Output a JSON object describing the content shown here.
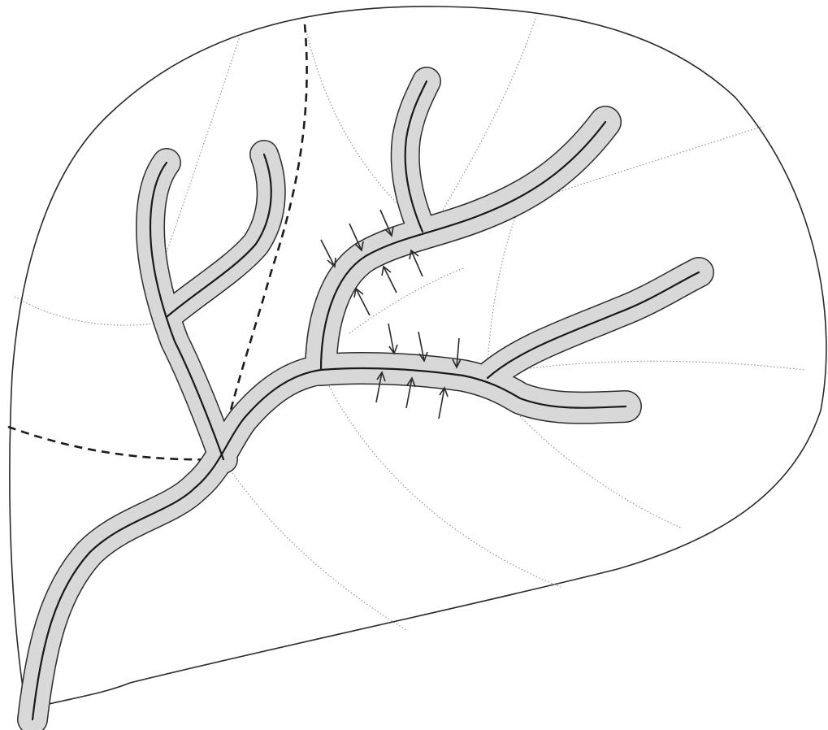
{
  "figure": {
    "subject": "liver",
    "structures": [
      "liver-outline",
      "segment-boundary-lines",
      "dashed-division-lines",
      "duct-tree",
      "compression-arrows"
    ]
  },
  "colors": {
    "background": "#ffffff",
    "outline": "#2a2a2a",
    "sheath": "#d8d8d8",
    "duct_core": "#1a1a1a",
    "dotted_lines": "#8c8c8c",
    "arrows": "#2a2a2a"
  }
}
